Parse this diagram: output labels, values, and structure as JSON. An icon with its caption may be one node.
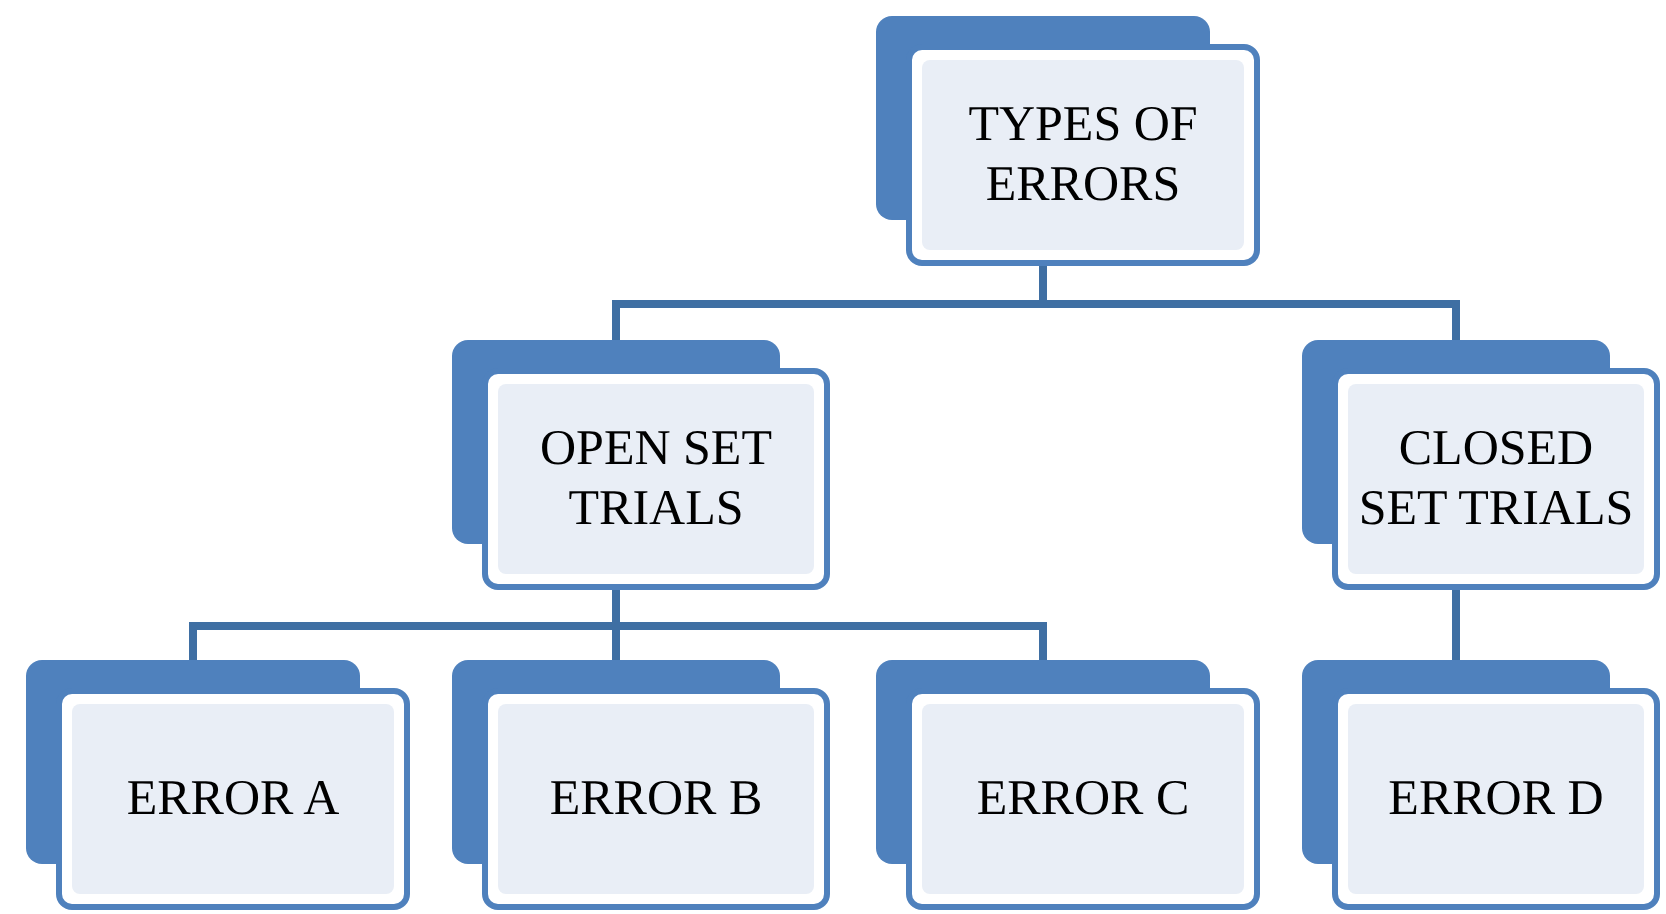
{
  "diagram": {
    "nodes": [
      {
        "text": [
          "TYPES OF ERRORS"
        ]
      },
      {
        "text": [
          "OPEN SET TRIALS"
        ]
      },
      {
        "text": [
          "CLOSED SET TRIALS"
        ]
      },
      {
        "text": [
          "ERROR A"
        ]
      },
      {
        "text": [
          "ERROR B"
        ]
      },
      {
        "text": [
          "ERROR C"
        ]
      },
      {
        "text": [
          "ERROR D"
        ]
      }
    ],
    "edges": [
      {
        "from": 0,
        "to": 1,
        "arrow": "none"
      },
      {
        "from": 0,
        "to": 2,
        "arrow": "none"
      },
      {
        "from": 1,
        "to": 3,
        "arrow": "none"
      },
      {
        "from": 1,
        "to": 4,
        "arrow": "none"
      },
      {
        "from": 1,
        "to": 5,
        "arrow": "none"
      },
      {
        "from": 2,
        "to": 6,
        "arrow": "none"
      }
    ]
  }
}
